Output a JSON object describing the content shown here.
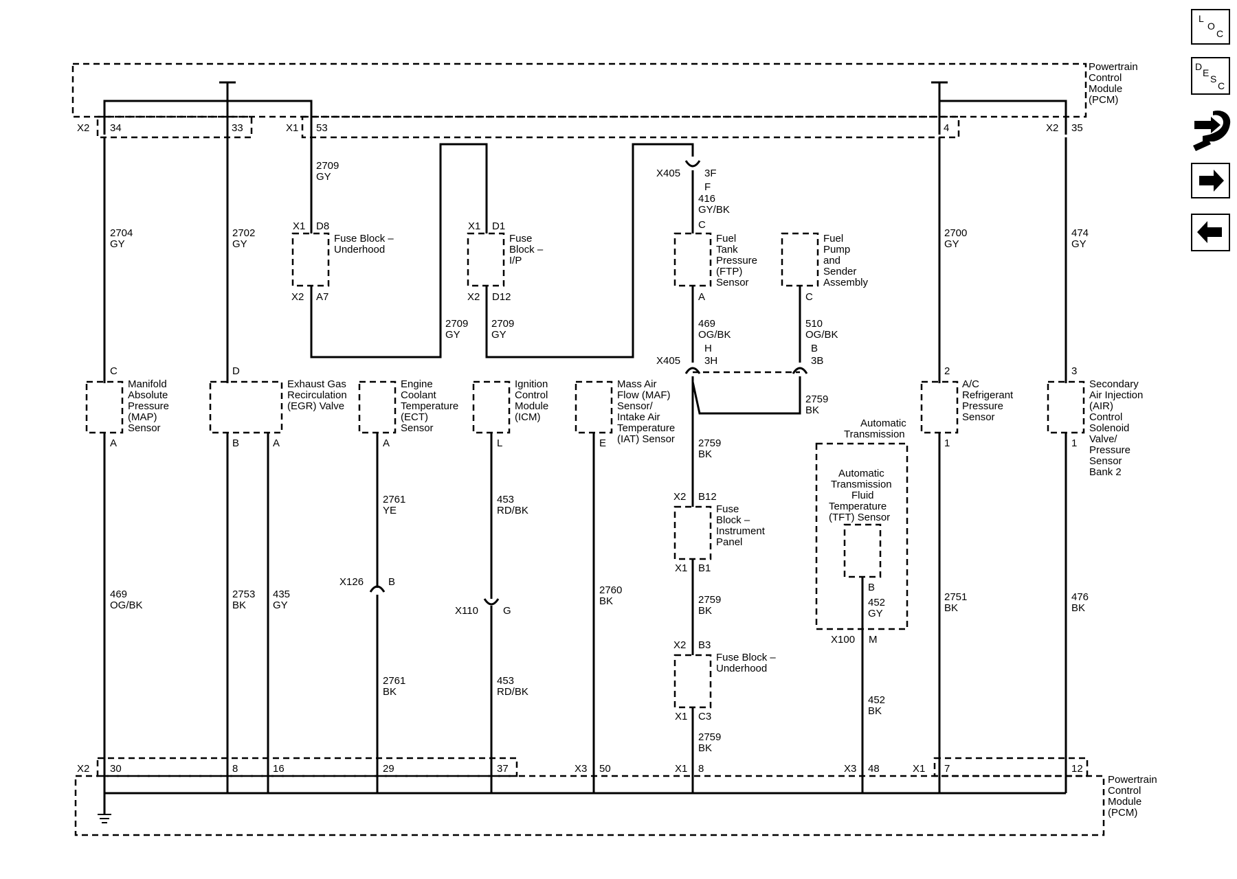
{
  "pcm_top": [
    "Powertrain",
    "Control",
    "Module",
    "(PCM)"
  ],
  "pcm_bottom": [
    "Powertrain",
    "Control",
    "Module",
    "(PCM)"
  ],
  "nav": {
    "loc": [
      "L",
      "O",
      "C"
    ],
    "desc": [
      "D",
      "E",
      "S",
      "C"
    ],
    "icons": [
      "connector-icon",
      "arrow-right-icon",
      "arrow-left-icon"
    ]
  },
  "top_pins": {
    "x2a": "X2",
    "p34": "34",
    "p33": "33",
    "x1a": "X1",
    "p53": "53",
    "p4": "4",
    "x2b": "X2",
    "p35": "35"
  },
  "bottom_pins": {
    "x2": "X2",
    "p30": "30",
    "p8a": "8",
    "p16": "16",
    "p29": "29",
    "p37": "37",
    "x3a": "X3",
    "p50": "50",
    "x1a": "X1",
    "p8b": "8",
    "x3b": "X3",
    "p48": "48",
    "x1b": "X1",
    "p7": "7",
    "p12": "12"
  },
  "wires": {
    "w2704": [
      "2704",
      "GY"
    ],
    "w2702": [
      "2702",
      "GY"
    ],
    "w2709a": [
      "2709",
      "GY"
    ],
    "w2709b": [
      "2709",
      "GY"
    ],
    "w2709c": [
      "2709",
      "GY"
    ],
    "w416": [
      "416",
      "GY/BK"
    ],
    "w469t": [
      "469",
      "OG/BK"
    ],
    "w510": [
      "510",
      "OG/BK"
    ],
    "w2759a": [
      "2759",
      "BK"
    ],
    "w2759b": [
      "2759",
      "BK"
    ],
    "w2759c": [
      "2759",
      "BK"
    ],
    "w2759d": [
      "2759",
      "BK"
    ],
    "w2700": [
      "2700",
      "GY"
    ],
    "w474": [
      "474",
      "GY"
    ],
    "w469b": [
      "469",
      "OG/BK"
    ],
    "w2753": [
      "2753",
      "BK"
    ],
    "w435": [
      "435",
      "GY"
    ],
    "w2761a": [
      "2761",
      "YE"
    ],
    "w2761b": [
      "2761",
      "BK"
    ],
    "w453a": [
      "453",
      "RD/BK"
    ],
    "w453b": [
      "453",
      "RD/BK"
    ],
    "w2760": [
      "2760",
      "BK"
    ],
    "w452a": [
      "452",
      "GY"
    ],
    "w452b": [
      "452",
      "BK"
    ],
    "w2751": [
      "2751",
      "BK"
    ],
    "w476": [
      "476",
      "BK"
    ]
  },
  "fuse_uh1": {
    "label": [
      "Fuse Block –",
      "Underhood"
    ],
    "x1": "X1",
    "d8": "D8",
    "x2": "X2",
    "a7": "A7"
  },
  "fuse_ip1": {
    "label": [
      "Fuse",
      "Block –",
      "I/P"
    ],
    "x1": "X1",
    "d1": "D1",
    "x2": "X2",
    "d12": "D12"
  },
  "x405_top": {
    "id": "X405",
    "pin1": "3F",
    "pin2": "F"
  },
  "ftp": {
    "label": [
      "Fuel",
      "Tank",
      "Pressure",
      "(FTP)",
      "Sensor"
    ],
    "pin_top": "C",
    "pin_bottom": "A"
  },
  "fuel_pump": {
    "label": [
      "Fuel",
      "Pump",
      "and",
      "Sender",
      "Assembly"
    ],
    "pin": "C"
  },
  "x405_mid": {
    "id": "X405",
    "h": "H",
    "h3": "3H",
    "b": "B",
    "b3": "3B"
  },
  "sensors": {
    "map": {
      "label": [
        "Manifold",
        "Absolute",
        "Pressure",
        "(MAP)",
        "Sensor"
      ],
      "top": "C",
      "bottom": "A"
    },
    "egr": {
      "label": [
        "Exhaust Gas",
        "Recirculation",
        "(EGR) Valve"
      ],
      "top": "D",
      "b1": "B",
      "b2": "A"
    },
    "ect": {
      "label": [
        "Engine",
        "Coolant",
        "Temperature",
        "(ECT)",
        "Sensor"
      ],
      "bottom": "A"
    },
    "icm": {
      "label": [
        "Ignition",
        "Control",
        "Module",
        "(ICM)"
      ],
      "bottom": "L"
    },
    "maf": {
      "label": [
        "Mass Air",
        "Flow (MAF)",
        "Sensor/",
        "Intake Air",
        "Temperature",
        "(IAT) Sensor"
      ],
      "bottom": "E"
    },
    "ac": {
      "label": [
        "A/C",
        "Refrigerant",
        "Pressure",
        "Sensor"
      ],
      "top": "2",
      "bottom": "1"
    },
    "air": {
      "label": [
        "Secondary",
        "Air Injection",
        "(AIR)",
        "Control",
        "Solenoid",
        "Valve/",
        "Pressure",
        "Sensor",
        "Bank 2"
      ],
      "top": "3",
      "bottom": "1"
    }
  },
  "x126": {
    "id": "X126",
    "pin": "B"
  },
  "x110": {
    "id": "X110",
    "pin": "G"
  },
  "fuse_ip2": {
    "label": [
      "Fuse",
      "Block –",
      "Instrument",
      "Panel"
    ],
    "x2": "X2",
    "b12": "B12",
    "x1": "X1",
    "b1": "B1"
  },
  "fuse_uh2": {
    "label": [
      "Fuse Block –",
      "Underhood"
    ],
    "x2": "X2",
    "b3": "B3",
    "x1": "X1",
    "c3": "C3"
  },
  "trans": {
    "title": [
      "Automatic",
      "Transmission"
    ],
    "tft": [
      "Automatic",
      "Transmission",
      "Fluid",
      "Temperature",
      "(TFT) Sensor"
    ],
    "pin_b": "B",
    "x100": "X100",
    "pin_m": "M"
  }
}
